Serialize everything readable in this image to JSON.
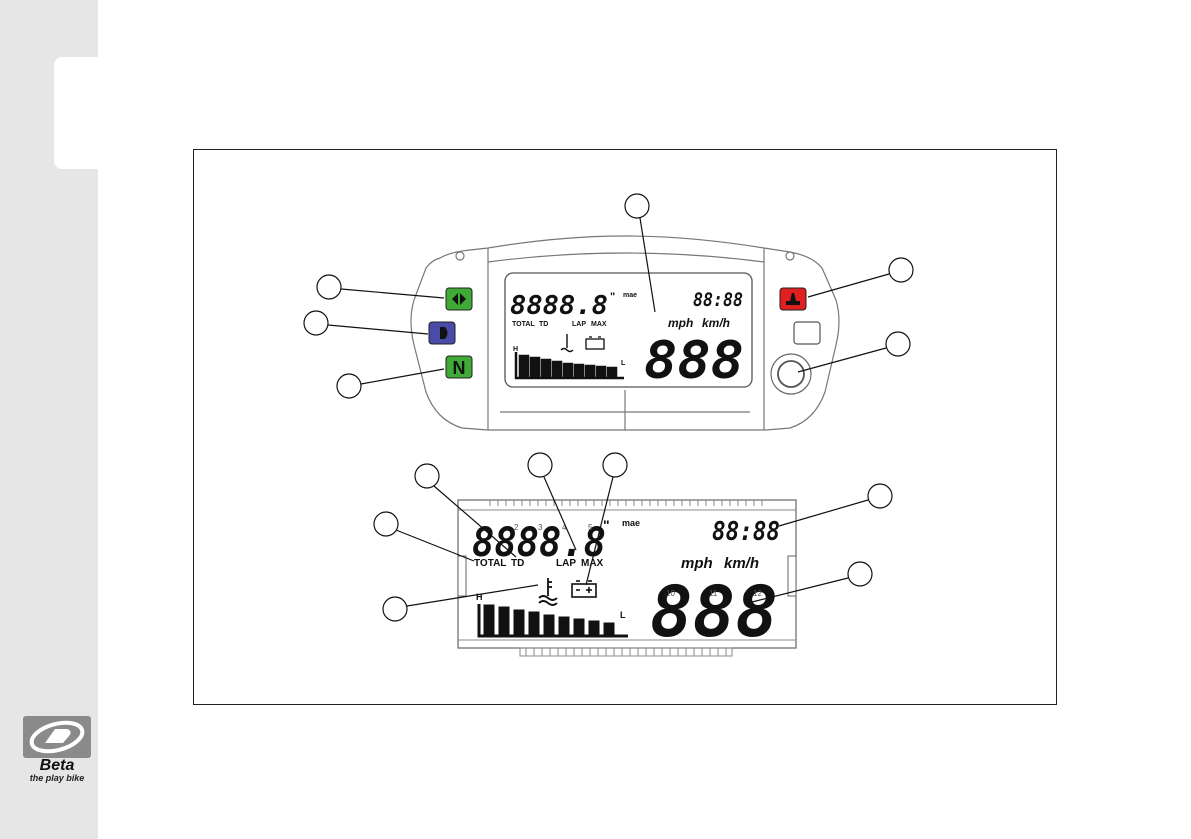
{
  "sidebar": {
    "logo": {
      "brand": "Beta",
      "tagline": "the play bike",
      "badge_color": "#8a8a8a"
    },
    "background": "#e6e6e6"
  },
  "diagram": {
    "warning_lights": [
      {
        "name": "turn-signal-light",
        "color": "#3faa35",
        "icon": "double-arrow-icon"
      },
      {
        "name": "high-beam-light",
        "color": "#4a4aa8",
        "icon": "headlight-icon"
      },
      {
        "name": "neutral-light",
        "color": "#3faa35",
        "glyph": "N"
      },
      {
        "name": "oil-warning-light",
        "color": "#e02020",
        "icon": "oil-icon"
      }
    ],
    "dashboard": {
      "odometer": "8888.8",
      "inch_mark": "\"",
      "mae_label": "mae",
      "clock": "88:88",
      "total_label": "TOTAL",
      "td_label": "TD",
      "lap_label": "LAP",
      "max_label": "MAX",
      "mph_label": "mph",
      "kmh_label": "km/h",
      "speed": "888",
      "bar_h": "H",
      "bar_l": "L"
    },
    "lcd_detail": {
      "odometer": "8888.8",
      "inch_mark": "\"",
      "mae_label": "mae",
      "clock": "88:88",
      "total_label": "TOTAL",
      "td_label": "TD",
      "lap_label": "LAP",
      "max_label": "MAX",
      "mph_label": "mph",
      "kmh_label": "km/h",
      "speed": "888",
      "bar_h": "H",
      "bar_l": "L",
      "digit_numbers": [
        "2",
        "3",
        "4",
        "5"
      ],
      "speed_digit_numbers": [
        "10",
        "11",
        "12"
      ]
    },
    "accent_colors": {
      "green": "#3faa35",
      "blue": "#4a4aa8",
      "red": "#e02020"
    }
  }
}
